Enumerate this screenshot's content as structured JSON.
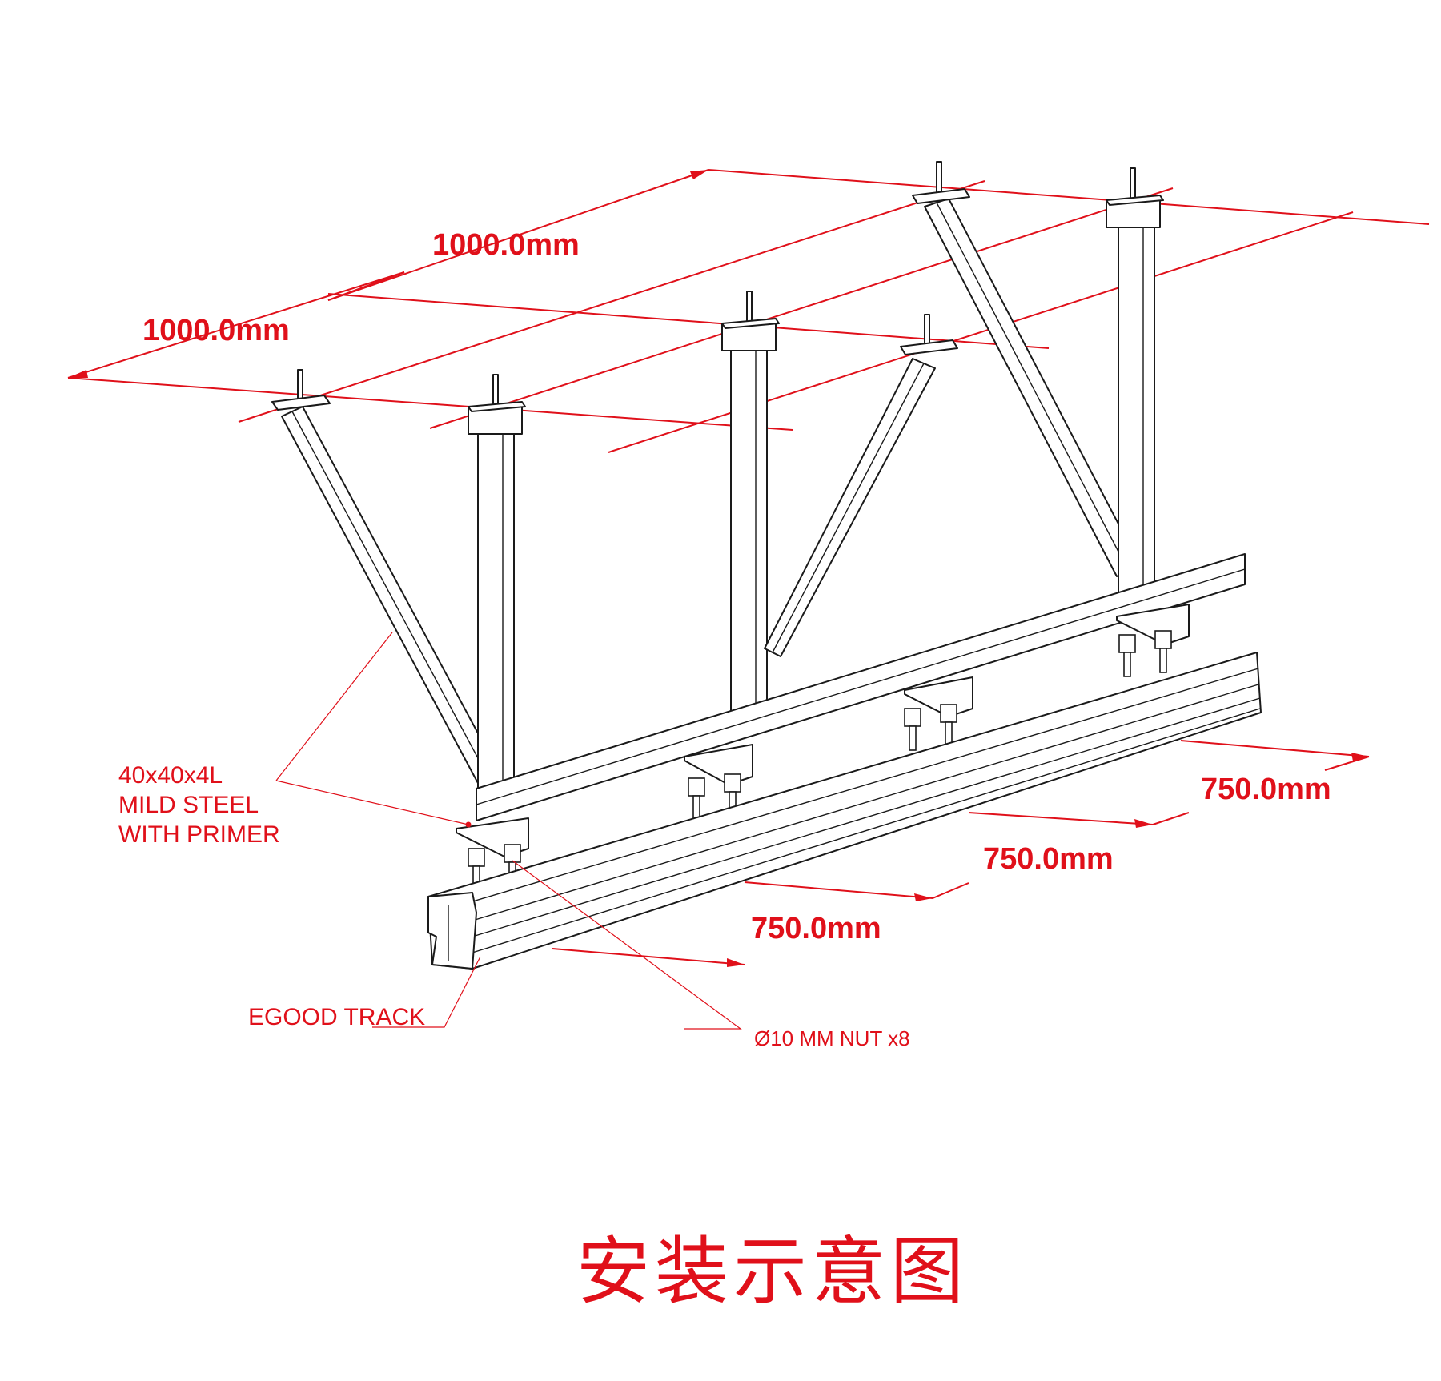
{
  "dimensions": {
    "top_span": "1000.0mm",
    "left_span": "1000.0mm",
    "track_span_1": "750.0mm",
    "track_span_2": "750.0mm",
    "track_span_3": "750.0mm"
  },
  "annotations": {
    "steel_line1": "40x40x4L",
    "steel_line2": "MILD STEEL",
    "steel_line3": "WITH PRIMER",
    "track": "EGOOD TRACK",
    "nut": "Ø10 MM NUT x8"
  },
  "title": "安装示意图",
  "colors": {
    "annotation": "#e0101a",
    "structure": "#1a1a1a",
    "background": "#ffffff"
  }
}
